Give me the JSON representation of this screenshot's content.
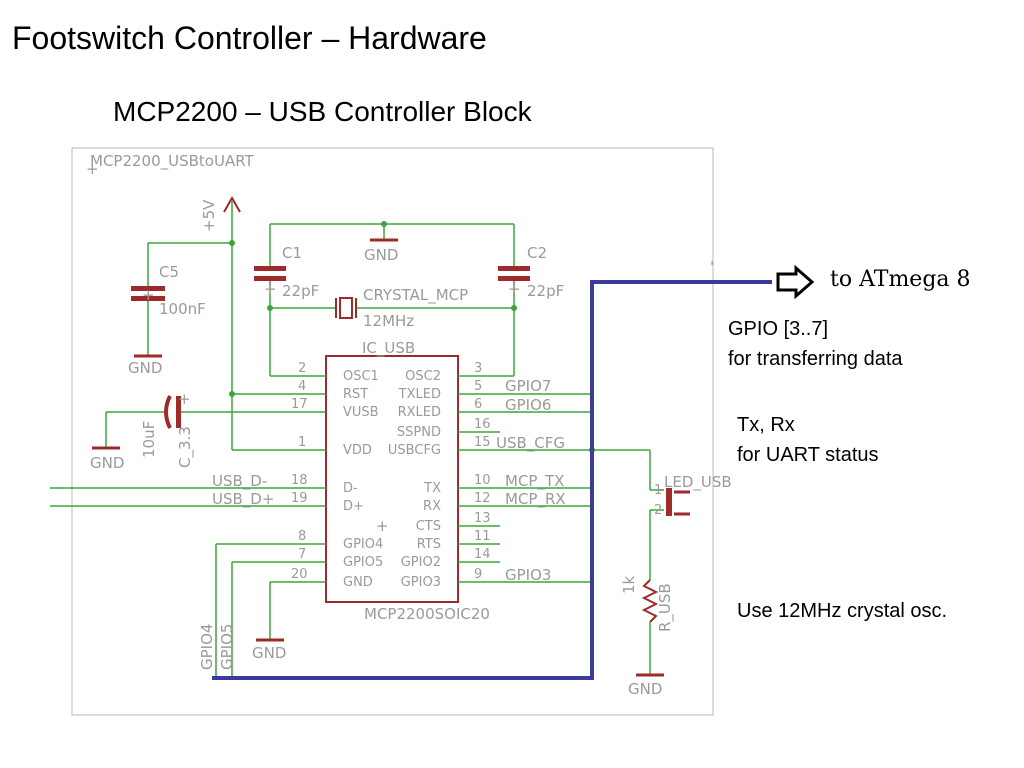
{
  "slide": {
    "title": "Footswitch Controller – Hardware",
    "subtitle": "MCP2200 – USB Controller Block"
  },
  "schematic": {
    "frame_label": "MCP2200_USBtoUART",
    "supply": "+5V",
    "ground": "GND",
    "components": {
      "c1": {
        "name": "C1",
        "value": "22pF"
      },
      "c2": {
        "name": "C2",
        "value": "22pF"
      },
      "c5": {
        "name": "C5",
        "value": "100nF"
      },
      "c33": {
        "name": "C_3.3",
        "value": "10uF"
      },
      "crystal": {
        "name": "CRYSTAL_MCP",
        "value": "12MHz"
      },
      "ic": {
        "name": "IC_USB",
        "part": "MCP2200SOIC20"
      },
      "led": {
        "name": "LED_USB",
        "pin1": "1",
        "pin2": "2"
      },
      "resistor": {
        "name": "R_USB",
        "value": "1k"
      }
    },
    "ic_left_pins": [
      {
        "num": "2",
        "name": "OSC1"
      },
      {
        "num": "4",
        "name": "RST"
      },
      {
        "num": "17",
        "name": "VUSB"
      },
      {
        "num": "1",
        "name": "VDD"
      },
      {
        "num": "18",
        "name": "D-"
      },
      {
        "num": "19",
        "name": "D+"
      },
      {
        "num": "8",
        "name": "GPIO4"
      },
      {
        "num": "7",
        "name": "GPIO5"
      },
      {
        "num": "20",
        "name": "GND"
      }
    ],
    "ic_right_pins": [
      {
        "num": "3",
        "name": "OSC2"
      },
      {
        "num": "5",
        "name": "TXLED"
      },
      {
        "num": "6",
        "name": "RXLED"
      },
      {
        "num": "16",
        "name": "SSPND"
      },
      {
        "num": "15",
        "name": "USBCFG"
      },
      {
        "num": "10",
        "name": "TX"
      },
      {
        "num": "12",
        "name": "RX"
      },
      {
        "num": "13",
        "name": "CTS"
      },
      {
        "num": "11",
        "name": "RTS"
      },
      {
        "num": "14",
        "name": "GPIO2"
      },
      {
        "num": "9",
        "name": "GPIO3"
      }
    ],
    "nets": {
      "usb_dm": "USB_D-",
      "usb_dp": "USB_D+",
      "gpio7": "GPIO7",
      "gpio6": "GPIO6",
      "usb_cfg": "USB_CFG",
      "mcp_tx": "MCP_TX",
      "mcp_rx": "MCP_RX",
      "gpio3": "GPIO3",
      "gpio4": "GPIO4",
      "gpio5": "GPIO5"
    },
    "plus_marker": "+",
    "arrow_label": "to ATmega 8"
  },
  "notes": {
    "gpio_line1": "GPIO [3..7]",
    "gpio_line2": "for transferring data",
    "txrx_line1": "Tx, Rx",
    "txrx_line2": "for UART status",
    "crystal_note": "Use 12MHz crystal osc."
  },
  "colors": {
    "wire": "#3aa63a",
    "component": "#9e2a2a",
    "bus": "#3b3b9a",
    "label": "#9a9a9a"
  }
}
